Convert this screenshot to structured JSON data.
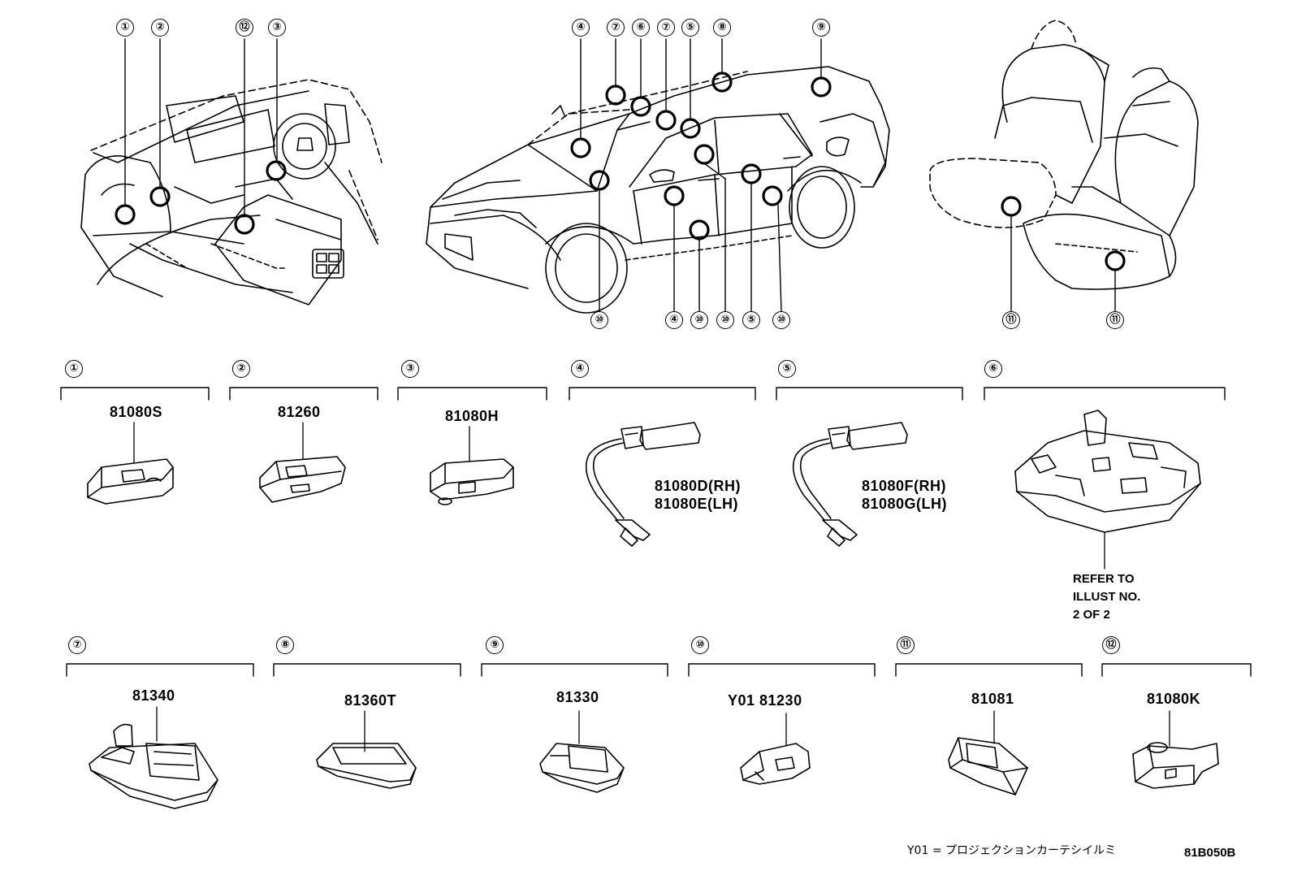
{
  "top_callouts": {
    "interior": [
      "①",
      "②",
      "⑫",
      "③"
    ],
    "car_top": [
      "④",
      "⑦",
      "⑥",
      "⑦",
      "⑤",
      "⑧",
      "⑨"
    ],
    "car_bottom": [
      "⑩",
      "④",
      "⑩",
      "⑩",
      "⑤",
      "⑩"
    ],
    "seats": [
      "⑪",
      "⑪"
    ]
  },
  "parts": [
    {
      "index": "①",
      "numbers": [
        "81080S"
      ]
    },
    {
      "index": "②",
      "numbers": [
        "81260"
      ]
    },
    {
      "index": "③",
      "numbers": [
        "81080H"
      ]
    },
    {
      "index": "④",
      "numbers": [
        "81080D(RH)",
        "81080E(LH)"
      ]
    },
    {
      "index": "⑤",
      "numbers": [
        "81080F(RH)",
        "81080G(LH)"
      ]
    },
    {
      "index": "⑥",
      "numbers": [],
      "note": [
        "REFER TO",
        "ILLUST NO.",
        "2 OF 2"
      ]
    },
    {
      "index": "⑦",
      "numbers": [
        "81340"
      ]
    },
    {
      "index": "⑧",
      "numbers": [
        "81360T"
      ]
    },
    {
      "index": "⑨",
      "numbers": [
        "81330"
      ]
    },
    {
      "index": "⑩",
      "numbers": [
        "Y01 81230"
      ]
    },
    {
      "index": "⑪",
      "numbers": [
        "81081"
      ]
    },
    {
      "index": "⑫",
      "numbers": [
        "81080K"
      ]
    }
  ],
  "footnote": "Y01 = プロジェクションカーテシイルミ",
  "diagram_code": "81B050B"
}
